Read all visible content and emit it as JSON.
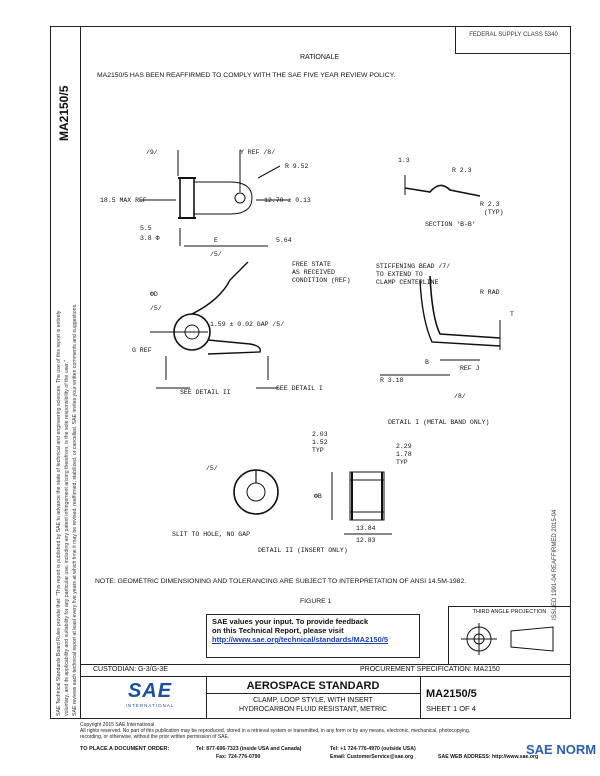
{
  "header": {
    "fed_class": "FEDERAL SUPPLY CLASS 5340",
    "doc_number_side": "MA2150/5",
    "rationale_title": "RATIONALE",
    "rationale_text": "MA2150/5 HAS BEEN REAFFIRMED TO COMPLY WITH THE SAE FIVE YEAR REVIEW POLICY."
  },
  "side_notes": {
    "line1": "SAE Technical Standards Board Rules provide that: \"This report is published by SAE to advance the state of technical and engineering sciences. The use of this report is entirely",
    "line2": "voluntary, and its applicability and suitability for any particular use, including any patent infringement arising therefrom, is the sole responsibility of the user.\"",
    "line3": "SAE reviews each technical report at least every five years at which time it may be revised, reaffirmed, stabilized, or cancelled. SAE invites your written comments and suggestions.",
    "right_strip": "ISSUED 1991-04   REAFFIRMED 2015-04"
  },
  "drawing": {
    "labels": {
      "l_7": "/9/",
      "l_yref": "Y REF /8/",
      "l_r952": "R 9.52",
      "l_185": "18.5 MAX REF",
      "l_1270": "12.70 ± 0.13",
      "l_55": "5.5",
      "l_38": "3.8 Φ",
      "l_e": "E",
      "l_564": "5.64",
      "l_5a": "/5/",
      "l_13": "1.3",
      "l_r23a": "R 2.3",
      "l_r23b": "R 2.3",
      "l_typ1": "(TYP)",
      "l_secbb": "SECTION 'B-B'",
      "l_free": "FREE STATE",
      "l_recv": "AS RECEIVED",
      "l_cond": "CONDITION (REF)",
      "l_stiff": "STIFFENING BEAD /7/",
      "l_tolat": "TO EXTEND TO",
      "l_clamp": "CLAMP CENTERLINE",
      "l_phid": "ΦD",
      "l_5b": "/5/",
      "l_gap": "1.59 ± 0.02 GAP /5/",
      "l_gref": "G REF",
      "l_rrad": "R RAD",
      "l_t": "T",
      "l_seedet2": "SEE DETAIL II",
      "l_seedet1": "SEE DETAIL I",
      "l_b": "B",
      "l_r318": "R 3.18",
      "l_jref": "REF J",
      "l_8": "/8/",
      "l_det1": "DETAIL I (METAL BAND ONLY)",
      "l_203": "2.03",
      "l_152": "1.52",
      "l_typ2": "TYP",
      "l_229": "2.29",
      "l_178": "1.78",
      "l_typ3": "TYP",
      "l_5c": "/5/",
      "l_phib": "ΦB",
      "l_1384": "13.84",
      "l_1283": "12.83",
      "l_slit": "SLIT TO HOLE, NO GAP",
      "l_det2": "DETAIL II (INSERT ONLY)"
    },
    "note": "NOTE: GEOMETRIC DIMENSIONING AND TOLERANCING ARE SUBJECT TO INTERPRETATION OF ANSI 14.5M-1982.",
    "figure": "FIGURE 1"
  },
  "feedback": {
    "line1": "SAE values your input. To provide feedback",
    "line2": "on this Technical Report, please visit",
    "link": "http://www.sae.org/technical/standards/MA2150/5"
  },
  "projection_label": "THIRD ANGLE PROJECTION",
  "title_block": {
    "custodian": "CUSTODIAN: G-3/G-3E",
    "procurement": "PROCUREMENT SPECIFICATION: MA2150",
    "logo_text": "SAE",
    "logo_sub": "INTERNATIONAL",
    "standard": "AEROSPACE STANDARD",
    "title1": "CLAMP, LOOP STYLE, WITH INSERT",
    "title2": "HYDROCARBON FLUID RESISTANT, METRIC",
    "doc_number": "MA2150/5",
    "sheet": "SHEET 1 OF 4"
  },
  "footer": {
    "copyright": "Copyright 2015 SAE International",
    "rights": "All rights reserved. No part of this publication may be reproduced, stored in a retrieval system or transmitted, in any form or by any means, electronic, mechanical, photocopying,",
    "rights2": "recording, or otherwise, without the prior written permission of SAE.",
    "order_label": "TO PLACE A DOCUMENT ORDER:",
    "tel1": "Tel: 877-606-7323 (inside USA and Canada)",
    "tel2": "Tel: +1 724-776-4970 (outside USA)",
    "fax": "Fax: 724-776-0790",
    "email": "Email: CustomerService@sae.org",
    "web": "SAE WEB ADDRESS: http://www.sae.org",
    "watermark": "SAE NORM"
  }
}
